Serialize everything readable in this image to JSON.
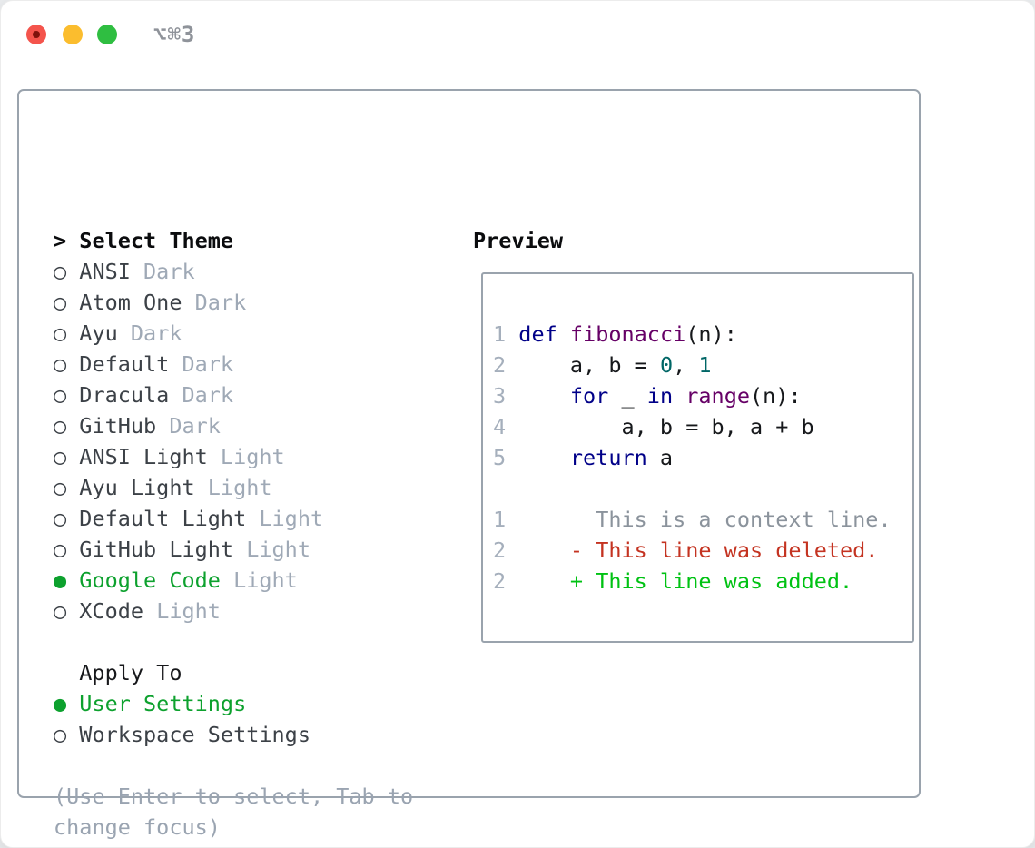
{
  "window": {
    "title": "⌥⌘3"
  },
  "ui": {
    "marker_selected": "●",
    "marker_unselected": "○"
  },
  "theme_picker": {
    "header_prefix": ">",
    "header": "Select Theme",
    "items": [
      {
        "name": "ANSI",
        "variant": "Dark",
        "selected": false
      },
      {
        "name": "Atom One",
        "variant": "Dark",
        "selected": false
      },
      {
        "name": "Ayu",
        "variant": "Dark",
        "selected": false
      },
      {
        "name": "Default",
        "variant": "Dark",
        "selected": false
      },
      {
        "name": "Dracula",
        "variant": "Dark",
        "selected": false
      },
      {
        "name": "GitHub",
        "variant": "Dark",
        "selected": false
      },
      {
        "name": "ANSI Light",
        "variant": "Light",
        "selected": false
      },
      {
        "name": "Ayu Light",
        "variant": "Light",
        "selected": false
      },
      {
        "name": "Default Light",
        "variant": "Light",
        "selected": false
      },
      {
        "name": "GitHub Light",
        "variant": "Light",
        "selected": false
      },
      {
        "name": "Google Code",
        "variant": "Light",
        "selected": true
      },
      {
        "name": "XCode",
        "variant": "Light",
        "selected": false
      }
    ]
  },
  "apply_to": {
    "header": "Apply To",
    "items": [
      {
        "label": "User Settings",
        "selected": true
      },
      {
        "label": "Workspace Settings",
        "selected": false
      }
    ]
  },
  "hint": {
    "line1": "(Use Enter to select, Tab to",
    "line2": "change focus)"
  },
  "preview": {
    "header": "Preview",
    "lines": [
      {
        "name": "code-line-1",
        "tokens": [
          {
            "c": "ln",
            "t": "1 "
          },
          {
            "c": "kw",
            "t": "def"
          },
          {
            "c": "pl",
            "t": " "
          },
          {
            "c": "fn",
            "t": "fibonacci"
          },
          {
            "c": "pl",
            "t": "(n):"
          }
        ]
      },
      {
        "name": "code-line-2",
        "tokens": [
          {
            "c": "ln",
            "t": "2 "
          },
          {
            "c": "pl",
            "t": "    a, b = "
          },
          {
            "c": "lit",
            "t": "0"
          },
          {
            "c": "pl",
            "t": ", "
          },
          {
            "c": "lit",
            "t": "1"
          }
        ]
      },
      {
        "name": "code-line-3",
        "tokens": [
          {
            "c": "ln",
            "t": "3 "
          },
          {
            "c": "pl",
            "t": "    "
          },
          {
            "c": "kw",
            "t": "for"
          },
          {
            "c": "pl",
            "t": " _ "
          },
          {
            "c": "kw",
            "t": "in"
          },
          {
            "c": "pl",
            "t": " "
          },
          {
            "c": "fn",
            "t": "range"
          },
          {
            "c": "pl",
            "t": "(n):"
          }
        ]
      },
      {
        "name": "code-line-4",
        "tokens": [
          {
            "c": "ln",
            "t": "4 "
          },
          {
            "c": "pl",
            "t": "        a, b = b, a + b"
          }
        ]
      },
      {
        "name": "code-line-5",
        "tokens": [
          {
            "c": "ln",
            "t": "5 "
          },
          {
            "c": "kw",
            "t": "    return"
          },
          {
            "c": "pl",
            "t": " a"
          }
        ]
      },
      {
        "name": "blank-line",
        "tokens": []
      },
      {
        "name": "diff-context-line",
        "tokens": [
          {
            "c": "ln",
            "t": "1"
          },
          {
            "c": "ctx",
            "t": "       This is a context line."
          }
        ]
      },
      {
        "name": "diff-deleted-line",
        "tokens": [
          {
            "c": "ln",
            "t": "2"
          },
          {
            "c": "del",
            "t": "     - This line was deleted."
          }
        ]
      },
      {
        "name": "diff-added-line",
        "tokens": [
          {
            "c": "ln",
            "t": "2"
          },
          {
            "c": "add",
            "t": "     + This line was added."
          }
        ]
      }
    ]
  },
  "palette": {
    "accent_green": "#0da12e",
    "diff_added": "#00c213",
    "diff_deleted": "#c43321",
    "context_gray": "#8b939c",
    "line_number_gray": "#a5afbc",
    "variant_gray": "#9fa9b6",
    "keyword_navy": "#000088",
    "function_purple": "#660066",
    "literal_teal": "#006666",
    "text_dark": "#3c4147",
    "border_gray": "#9aa3ad",
    "traffic_red": "#f4544c",
    "traffic_yellow": "#fbbd2e",
    "traffic_green": "#2fbe41",
    "title_gray": "#8f939a"
  }
}
